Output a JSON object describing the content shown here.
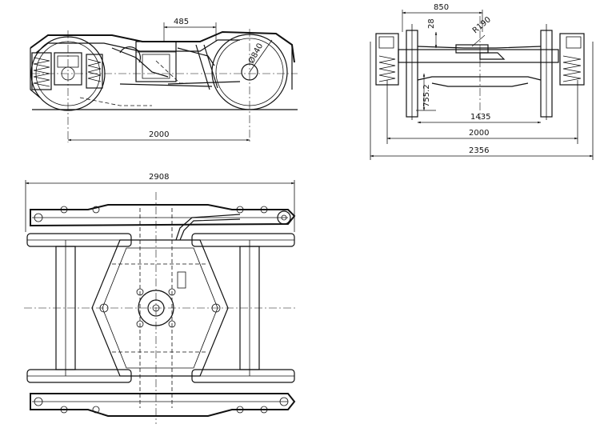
{
  "side_view": {
    "dim_wheelbase": "2000",
    "dim_offset": "485",
    "dim_wheel_diameter": "Ø840"
  },
  "end_view": {
    "dim_top": "850",
    "dim_small": "28",
    "dim_radius": "R190",
    "dim_height": "755.2",
    "dim_gauge": "1435",
    "dim_axle": "2000",
    "dim_overall": "2356"
  },
  "plan_view": {
    "dim_length": "2908"
  }
}
